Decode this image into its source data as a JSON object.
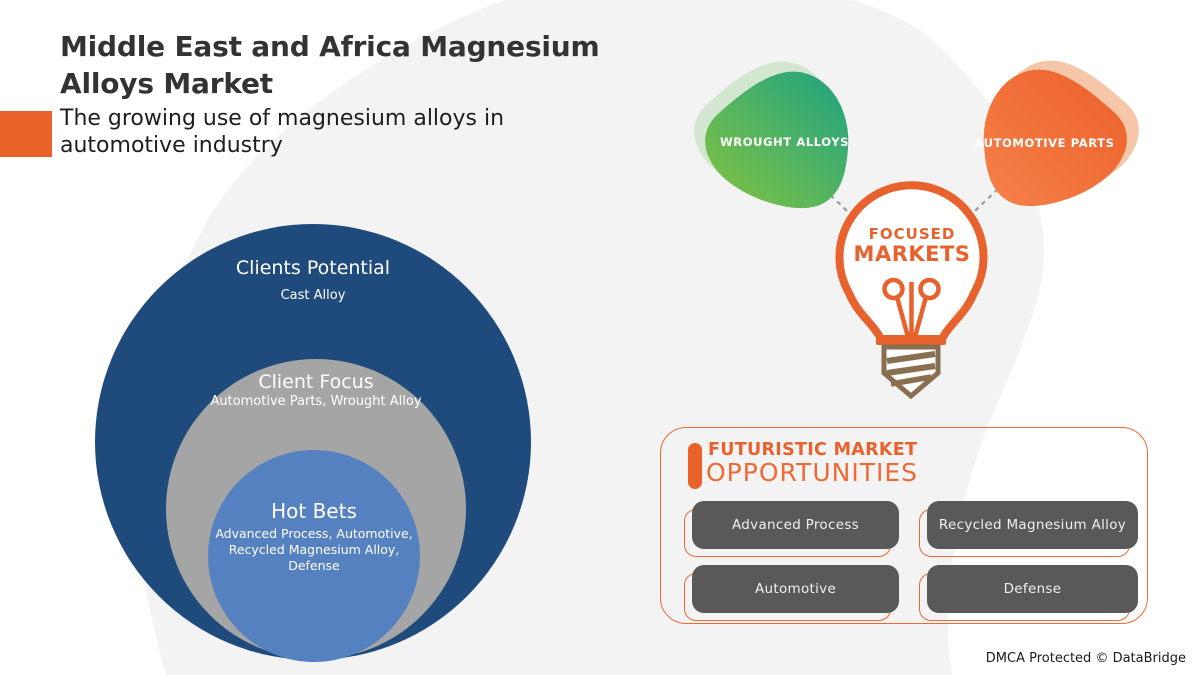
{
  "header": {
    "title_line1": "Middle East and Africa Magnesium",
    "title_line2": "Alloys Market",
    "subtitle_line1": "The growing use of magnesium alloys in",
    "subtitle_line2": "automotive industry"
  },
  "venn": {
    "outer_label": "Clients Potential",
    "outer_sub": "Cast Alloy",
    "middle_label": "Client Focus",
    "middle_sub": "Automotive Parts, Wrought Alloy",
    "inner_label": "Hot Bets",
    "inner_sub_line1": "Advanced Process, Automotive,",
    "inner_sub_line2": "Recycled Magnesium Alloy,",
    "inner_sub_line3": "Defense"
  },
  "focused_markets": {
    "left_blob_label": "WROUGHT ALLOYS",
    "right_blob_label": "AUTOMOTIVE PARTS",
    "bulb_line1": "FOCUSED",
    "bulb_line2": "MARKETS"
  },
  "opportunities": {
    "heading_line1": "FUTURISTIC MARKET",
    "heading_line2": "OPPORTUNITIES",
    "items": [
      "Advanced Process",
      "Recycled Magnesium Alloy",
      "Automotive",
      "Defense"
    ]
  },
  "footer": {
    "dmca_text": "DMCA Protected © DataBridge"
  },
  "colors": {
    "accent_orange": "#E8622A",
    "navy_circle": "#1F4B7C",
    "gray_circle": "#A5A5A5",
    "blue_circle": "#5581C1",
    "green_gradient_start": "#85C440",
    "green_gradient_end": "#1EA282",
    "green_ghost": "#CFE6CC",
    "orange_blob": "#EF6A35",
    "orange_ghost": "#F6C3A4",
    "bulb_outline_orange": "#E8622D",
    "bulb_base_brown": "#8A6E50",
    "button_gray": "#595959",
    "background_blob_gray": "#F3F3F3"
  }
}
